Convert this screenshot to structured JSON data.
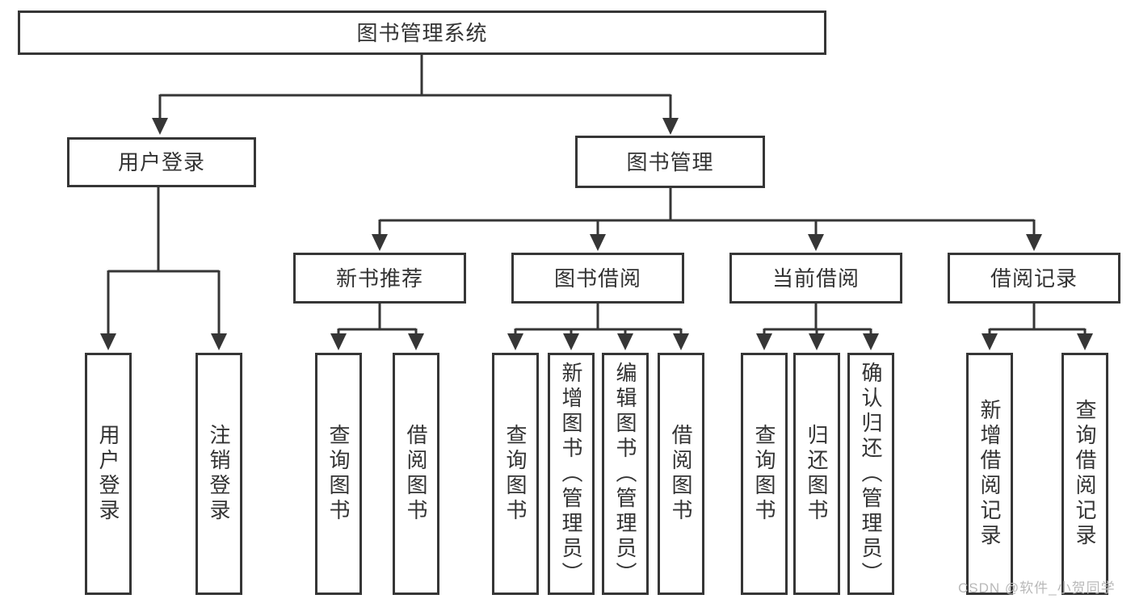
{
  "diagram": {
    "root": {
      "label": "图书管理系统"
    },
    "level2": [
      {
        "label": "用户登录"
      },
      {
        "label": "图书管理"
      }
    ],
    "level3": [
      {
        "label": "新书推荐"
      },
      {
        "label": "图书借阅"
      },
      {
        "label": "当前借阅"
      },
      {
        "label": "借阅记录"
      }
    ],
    "leaves": {
      "user_login": [
        {
          "label": "用户登录"
        },
        {
          "label": "注销登录"
        }
      ],
      "new_book": [
        {
          "label": "查询图书"
        },
        {
          "label": "借阅图书"
        }
      ],
      "book_borrow": [
        {
          "label": "查询图书"
        },
        {
          "label": "新增图书（管理员）"
        },
        {
          "label": "编辑图书（管理员）"
        },
        {
          "label": "借阅图书"
        }
      ],
      "current_borrow": [
        {
          "label": "查询图书"
        },
        {
          "label": "归还图书"
        },
        {
          "label": "确认归还（管理员）"
        }
      ],
      "borrow_record": [
        {
          "label": "新增借阅记录"
        },
        {
          "label": "查询借阅记录"
        }
      ]
    },
    "watermark": "CSDN @软件_小贺同学",
    "colors": {
      "line": "#363636",
      "text": "#333333",
      "watermark": "#b9b9b9",
      "background": "#ffffff"
    }
  }
}
